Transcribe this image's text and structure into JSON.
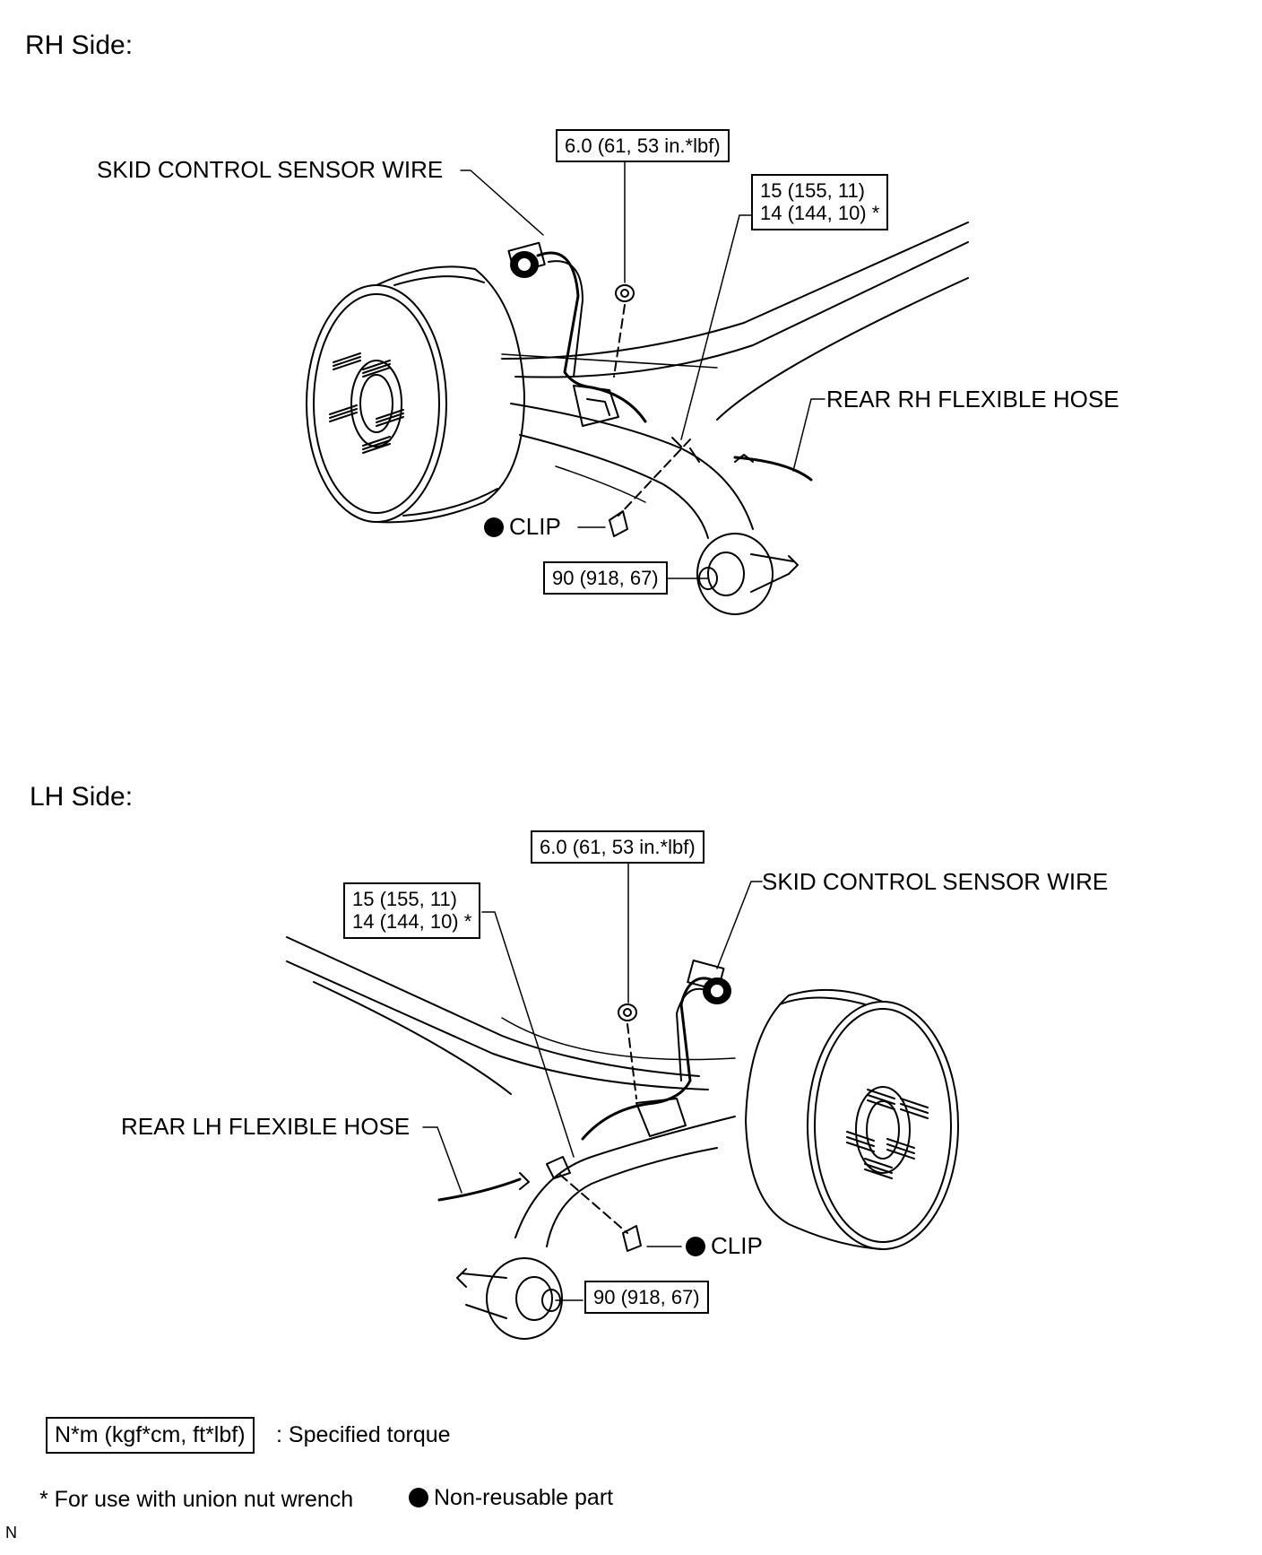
{
  "rh": {
    "title": "RH Side:",
    "sensor_wire": "SKID CONTROL SENSOR WIRE",
    "torque_bolt": "6.0 (61, 53 in.*lbf)",
    "torque_union_1": "15 (155, 11)",
    "torque_union_2": "14 (144, 10) *",
    "flex_hose": "REAR RH FLEXIBLE HOSE",
    "clip": "CLIP",
    "torque_bushing": "90 (918, 67)"
  },
  "lh": {
    "title": "LH Side:",
    "torque_bolt": "6.0 (61, 53 in.*lbf)",
    "torque_union_1": "15 (155, 11)",
    "torque_union_2": "14 (144, 10) *",
    "sensor_wire": "SKID CONTROL SENSOR WIRE",
    "flex_hose": "REAR LH FLEXIBLE HOSE",
    "clip": "CLIP",
    "torque_bushing": "90 (918, 67)"
  },
  "legend": {
    "torque_unit": "N*m (kgf*cm, ft*lbf)",
    "torque_desc": ": Specified torque",
    "union_note": "* For use with union nut wrench",
    "nonreusable": "Non-reusable part"
  },
  "corner_mark": "N"
}
